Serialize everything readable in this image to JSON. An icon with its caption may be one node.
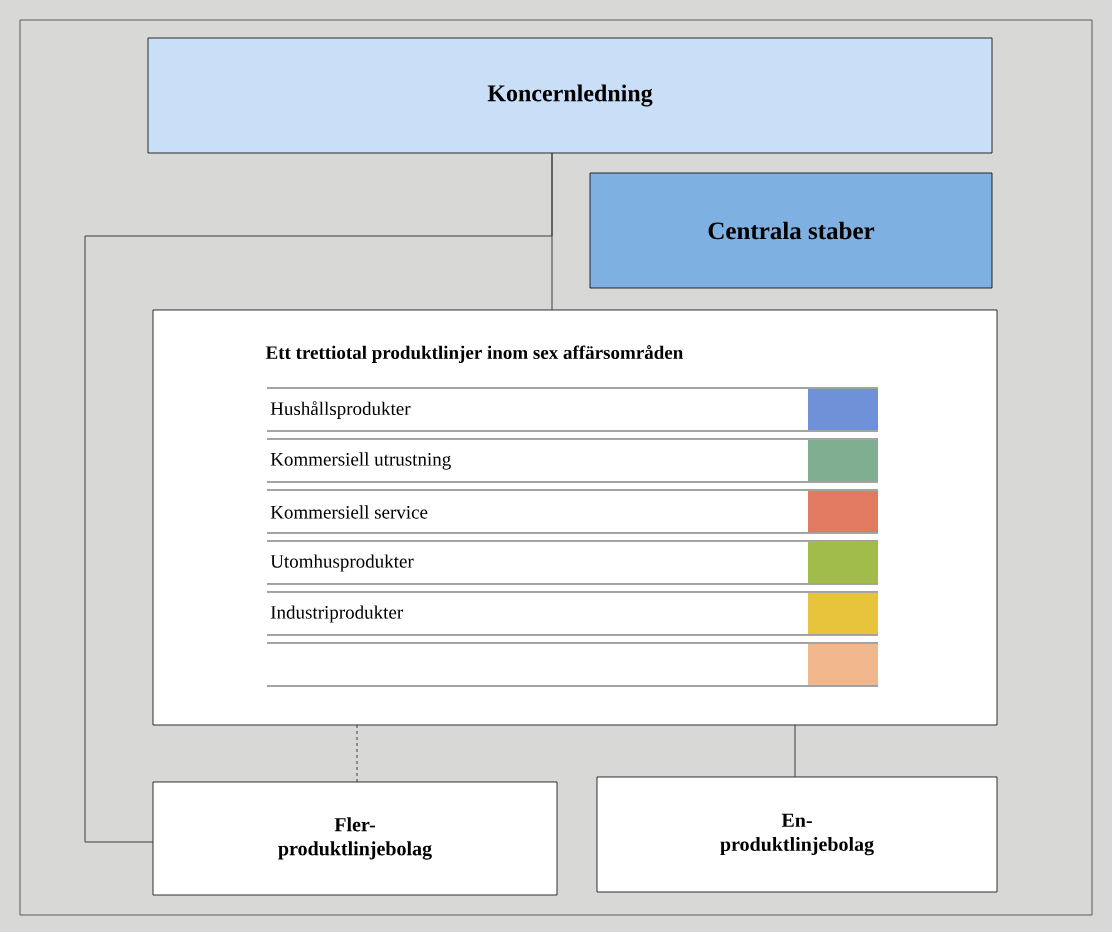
{
  "diagram": {
    "nodes": [
      {
        "text": [
          "Koncernledning"
        ]
      },
      {
        "text": [
          "Centrala staber"
        ]
      },
      {
        "text": [
          "Ett trettiotal produktlinjer inom sex affärsområden"
        ]
      },
      {
        "text": [
          "Fler- produktlinjebolag"
        ]
      },
      {
        "text": [
          "En- produktlinjebolag"
        ]
      }
    ],
    "edges": [
      {
        "from": 0,
        "to": 2,
        "arrow": "none"
      },
      {
        "from": 0,
        "to": 3,
        "arrow": "none"
      },
      {
        "from": 2,
        "to": 3,
        "arrow": "none",
        "style": "dashed"
      },
      {
        "from": 2,
        "to": 4,
        "arrow": "none"
      }
    ],
    "legend": [
      {
        "text": "Hushållsprodukter",
        "color": "#6f91d8"
      },
      {
        "text": "Kommersiell utrustning",
        "color": "#7fae90"
      },
      {
        "text": "Kommersiell service",
        "color": "#e27a62"
      },
      {
        "text": "Utomhusprodukter",
        "color": "#a2bc4a"
      },
      {
        "text": "Industriprodukter",
        "color": "#e8c43c"
      }
    ]
  }
}
